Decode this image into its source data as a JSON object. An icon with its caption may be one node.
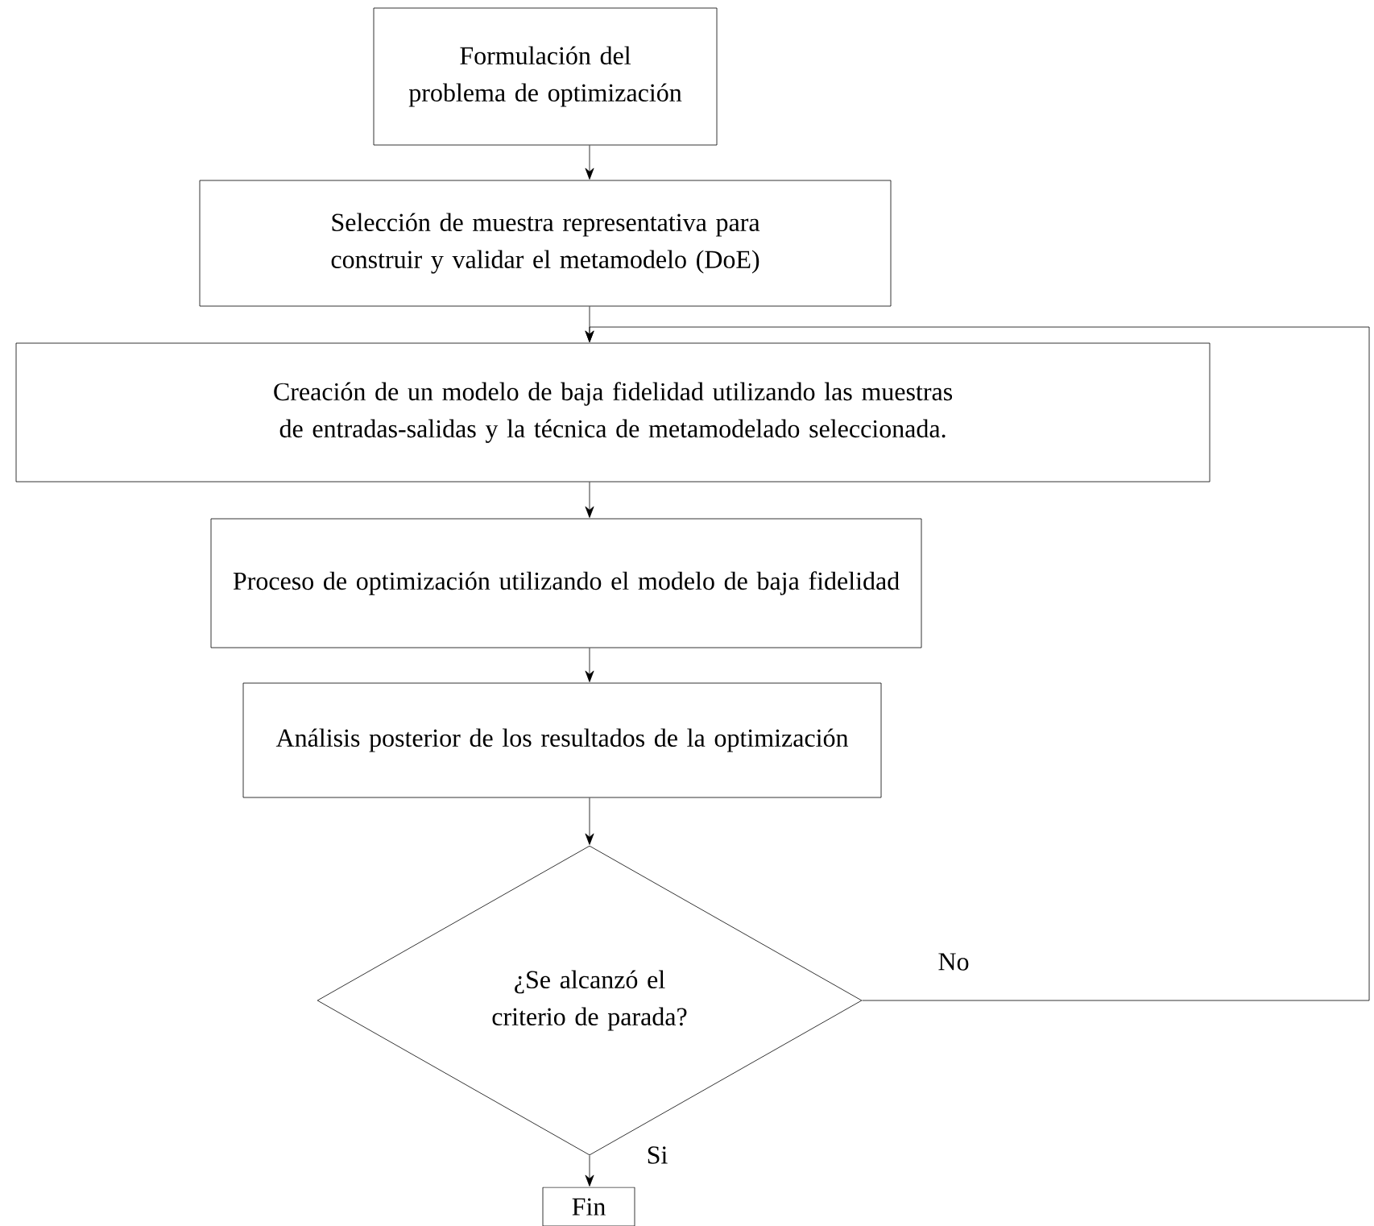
{
  "diagram": {
    "nodes": [
      {
        "text": [
          "Formulación del problema de optimización"
        ]
      },
      {
        "text": [
          "Selección de muestra representativa para construir y validar el metamodelo (DoE)"
        ]
      },
      {
        "text": [
          "Creación de un modelo de baja fidelidad utilizando las muestras de entradas-salidas y la técnica de metamodelado seleccionada."
        ]
      },
      {
        "text": [
          "Proceso de optimización utilizando el modelo de baja fidelidad"
        ]
      },
      {
        "text": [
          "Análisis posterior de los resultados de la optimización"
        ]
      },
      {
        "text": [
          "¿Se alcanzó el criterio de parada?"
        ]
      },
      {
        "text": [
          "Fin"
        ]
      }
    ],
    "edges": [
      {
        "from": 0,
        "to": 1,
        "arrow": "to"
      },
      {
        "from": 1,
        "to": 2,
        "arrow": "to"
      },
      {
        "from": 2,
        "to": 3,
        "arrow": "to"
      },
      {
        "from": 3,
        "to": 4,
        "arrow": "to"
      },
      {
        "from": 4,
        "to": 5,
        "arrow": "to"
      },
      {
        "from": 5,
        "to": 6,
        "arrow": "to",
        "label": "Si"
      },
      {
        "from": 5,
        "to": 2,
        "arrow": "to",
        "label": "No"
      }
    ]
  }
}
